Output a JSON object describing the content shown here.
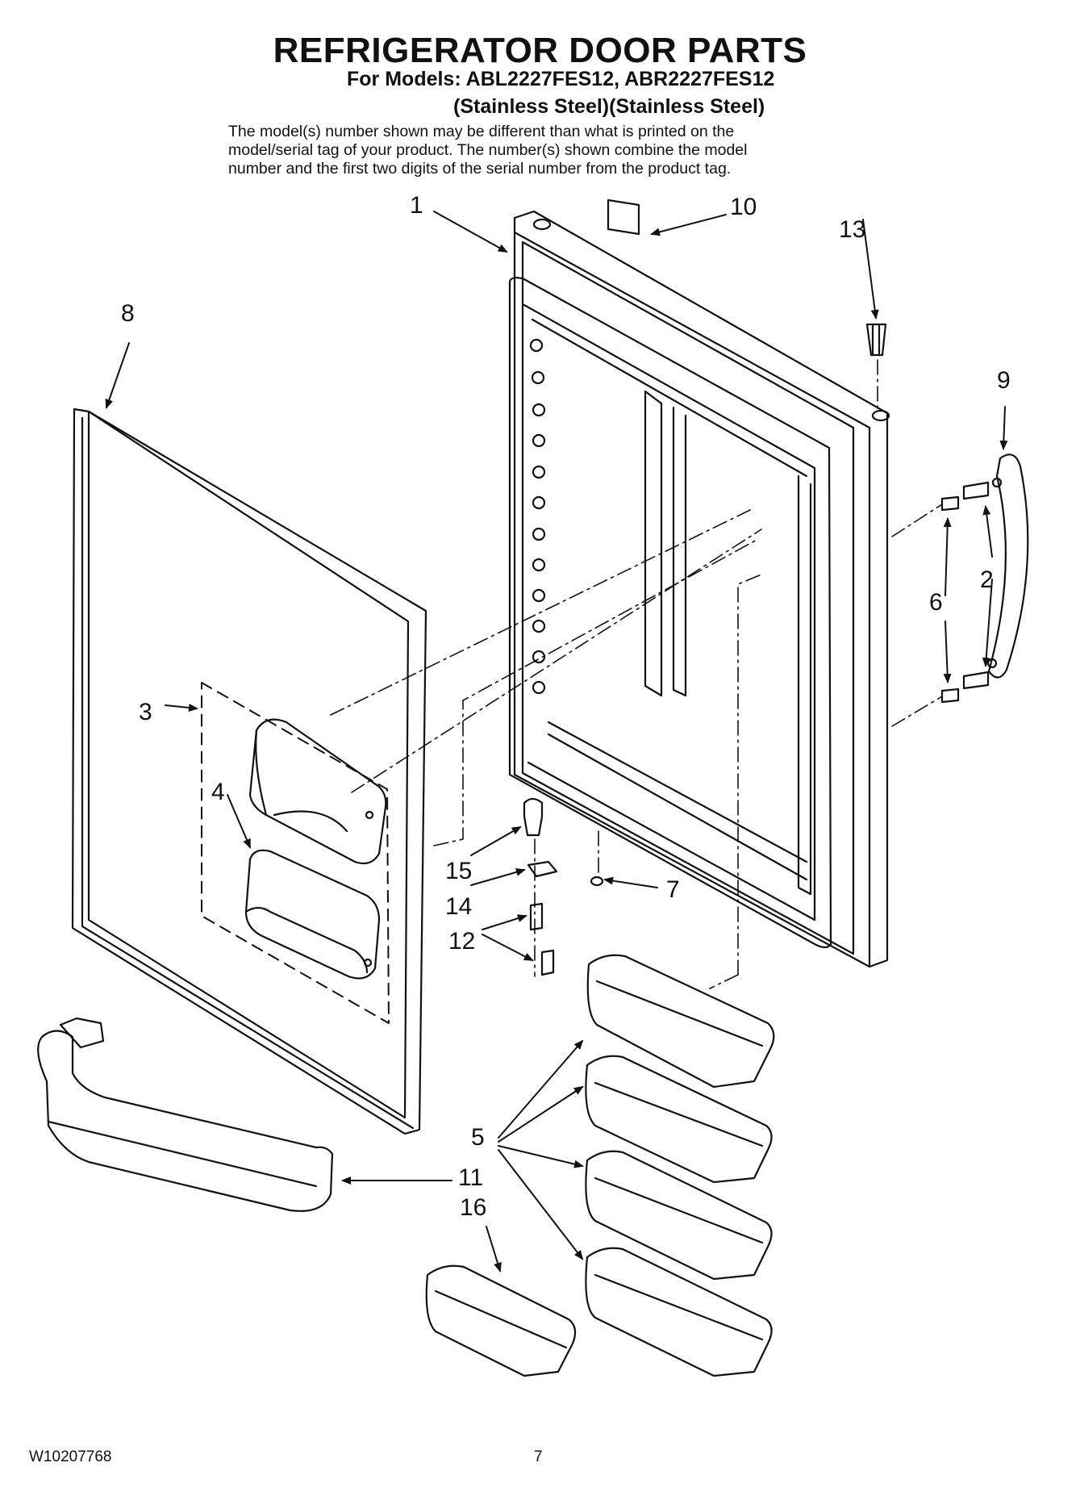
{
  "header": {
    "title": "REFRIGERATOR DOOR PARTS",
    "models_line": "For Models: ABL2227FES12, ABR2227FES12",
    "finish_line": "(Stainless Steel)(Stainless Steel)",
    "note_lines": [
      "The model(s) number shown may be different than what is printed on the",
      "model/serial tag of your product. The number(s) shown combine the model",
      "number and the first two digits of the serial number from the product tag."
    ]
  },
  "callouts": [
    "1",
    "10",
    "13",
    "8",
    "9",
    "2",
    "6",
    "3",
    "4",
    "15",
    "14",
    "12",
    "7",
    "5",
    "11",
    "16"
  ],
  "footer": {
    "doc_number": "W10207768",
    "page_number": "7"
  }
}
